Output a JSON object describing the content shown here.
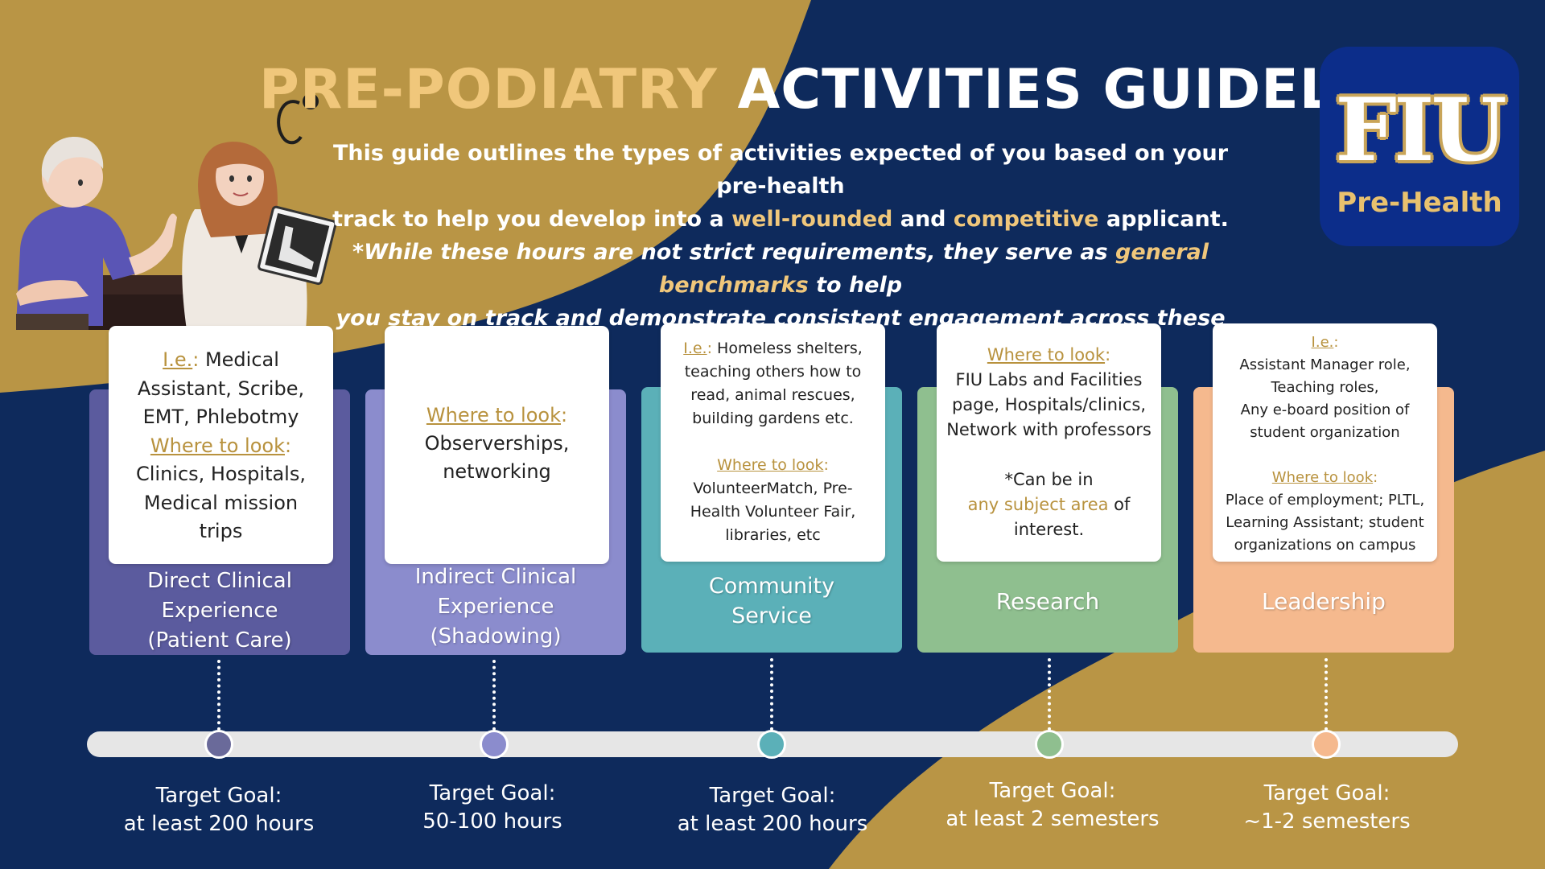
{
  "header": {
    "title_part1": "PRE-PODIATRY",
    "title_part2": "ACTIVITIES GUIDELINE",
    "intro": {
      "l1": "This guide outlines the types of activities expected of you based on your pre-health",
      "l2a": "track to help you develop into a ",
      "l2b": "well-rounded",
      "l2c": " and ",
      "l2d": "competitive",
      "l2e": " applicant."
    },
    "note": {
      "l1a": "*While these hours are not strict requirements, they serve as ",
      "l1b": "general benchmarks",
      "l1c": " to help",
      "l2": "you stay on track and demonstrate consistent engagement across these areas."
    }
  },
  "logo": {
    "text": "FIU",
    "subtext": "Pre-Health"
  },
  "categories": [
    {
      "label_lines": [
        "Direct Clinical",
        "Experience",
        "(Patient Care)"
      ],
      "ie_label": "I.e.",
      "ie_text": " Medical",
      "ie_lines": [
        "Assistant, Scribe,",
        "EMT, Phlebotmy"
      ],
      "where_label": "Where to look",
      "where_lines": [
        "Clinics, Hospitals,",
        "Medical mission",
        "trips"
      ],
      "goal_label": "Target Goal:",
      "goal_value": "at least 200 hours",
      "color": "#5b5b9e"
    },
    {
      "label_lines": [
        "Indirect Clinical",
        "Experience",
        "(Shadowing)"
      ],
      "where_label": "Where to look",
      "where_lines": [
        "Observerships,",
        "networking"
      ],
      "goal_label": "Target Goal:",
      "goal_value": "50-100 hours",
      "color": "#8b8ccd"
    },
    {
      "label_lines": [
        "Community",
        "Service"
      ],
      "ie_label": "I.e.",
      "ie_text": " Homeless shelters,",
      "ie_lines": [
        "teaching others how to",
        "read, animal rescues,",
        "building gardens etc."
      ],
      "where_label": "Where to look",
      "where_lines": [
        "VolunteerMatch, Pre-",
        "Health Volunteer Fair,",
        "libraries, etc"
      ],
      "goal_label": "Target Goal:",
      "goal_value": "at least 200 hours",
      "color": "#5bb0b8"
    },
    {
      "label_lines": [
        "Research"
      ],
      "where_label": "Where to look",
      "where_lines": [
        "FIU Labs and Facilities",
        "page, Hospitals/clinics,",
        "Network with professors"
      ],
      "note_l1": "*Can be in",
      "note_gold": "any subject area",
      "note_after": " of",
      "note_l3": "interest.",
      "goal_label": "Target Goal:",
      "goal_value": "at least 2 semesters",
      "color": "#8fbf8f"
    },
    {
      "label_lines": [
        "Leadership"
      ],
      "ie_label": "I.e.",
      "ie_lines": [
        "Assistant Manager role,",
        "Teaching roles,",
        "Any e-board position of",
        "student organization"
      ],
      "where_label": "Where to look",
      "where_lines": [
        "Place of employment; PLTL,",
        "Learning Assistant;  student",
        "organizations on campus"
      ],
      "goal_label": "Target Goal:",
      "goal_value": "~1-2 semesters",
      "color": "#f5b98e"
    }
  ],
  "timeline": {
    "track_color": "#e6e6e6",
    "node_colors": [
      "#6a6a9a",
      "#8b8ccd",
      "#5bb0b8",
      "#8fbf8f",
      "#f5b98e"
    ]
  },
  "colors": {
    "navy": "#0e2a5c",
    "gold": "#b99545",
    "highlight": "#f0c77b"
  },
  "illustration": {
    "icon": "patient-and-doctor-illustration"
  }
}
